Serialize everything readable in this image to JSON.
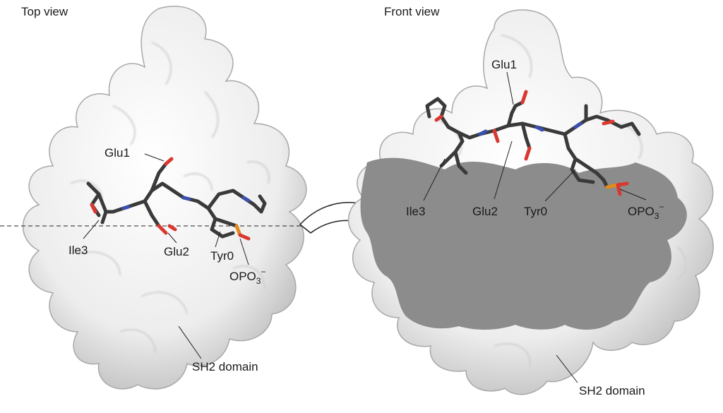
{
  "panels": {
    "left_title": "Top view",
    "right_title": "Front view"
  },
  "labels": {
    "left": {
      "glu1": "Glu1",
      "ile3": "Ile3",
      "glu2": "Glu2",
      "tyr0": "Tyr0",
      "opo3": "OPO",
      "opo3_sub": "3",
      "opo3_sup": "−",
      "sh2": "SH2 domain"
    },
    "right": {
      "glu1": "Glu1",
      "ile3": "Ile3",
      "glu2": "Glu2",
      "tyr0": "Tyr0",
      "opo3": "OPO",
      "opo3_sub": "3",
      "opo3_sup": "−",
      "sh2": "SH2 domain"
    }
  },
  "colors": {
    "surface": "#f2f2f2",
    "surface_shade": "#c9c9c9",
    "cross_section": "#8c8c8c",
    "carbon": "#3a3a3a",
    "oxygen": "#d9382f",
    "nitrogen": "#3a4fb0",
    "phosphorus": "#e08a1e"
  }
}
